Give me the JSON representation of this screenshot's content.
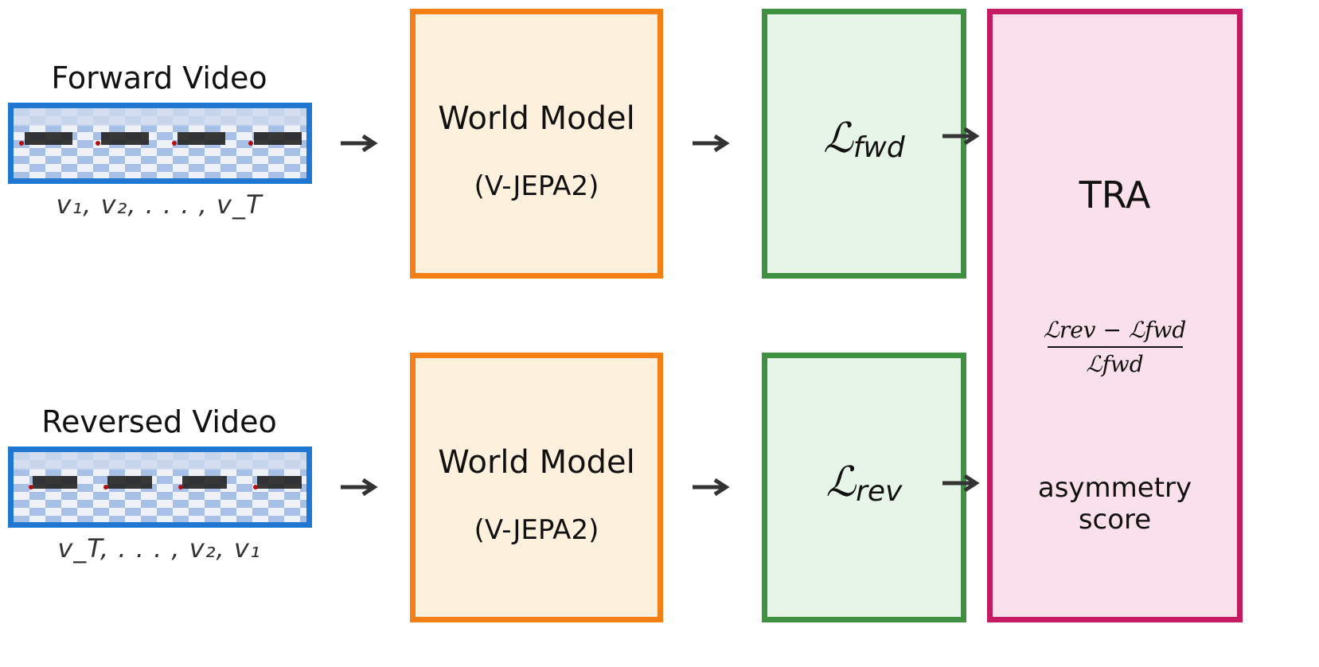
{
  "inputs": {
    "forward": {
      "title": "Forward Video",
      "sequence": "v₁, v₂, . . . , v_T"
    },
    "reversed": {
      "title": "Reversed Video",
      "sequence": "v_T, . . . , v₂, v₁"
    }
  },
  "world_model": {
    "title": "World Model",
    "subtitle": "(V-JEPA2)"
  },
  "losses": {
    "forward": {
      "symbol": "ℒ",
      "subscript": "fwd"
    },
    "reversed": {
      "symbol": "ℒ",
      "subscript": "rev"
    }
  },
  "tra": {
    "title": "TRA",
    "formula_numerator": "ℒrev − ℒfwd",
    "formula_denominator": "ℒfwd",
    "caption_line1": "asymmetry",
    "caption_line2": "score"
  },
  "colors": {
    "video_border": "#1f77d2",
    "world_model_border": "#f57f17",
    "world_model_fill": "#fdf0dc",
    "loss_border": "#3d9140",
    "loss_fill": "#e7f5e9",
    "tra_border": "#c51b62",
    "tra_fill": "#fae0ea",
    "arrow": "#333333"
  },
  "icons": {
    "arrow": "arrow-right-icon"
  }
}
